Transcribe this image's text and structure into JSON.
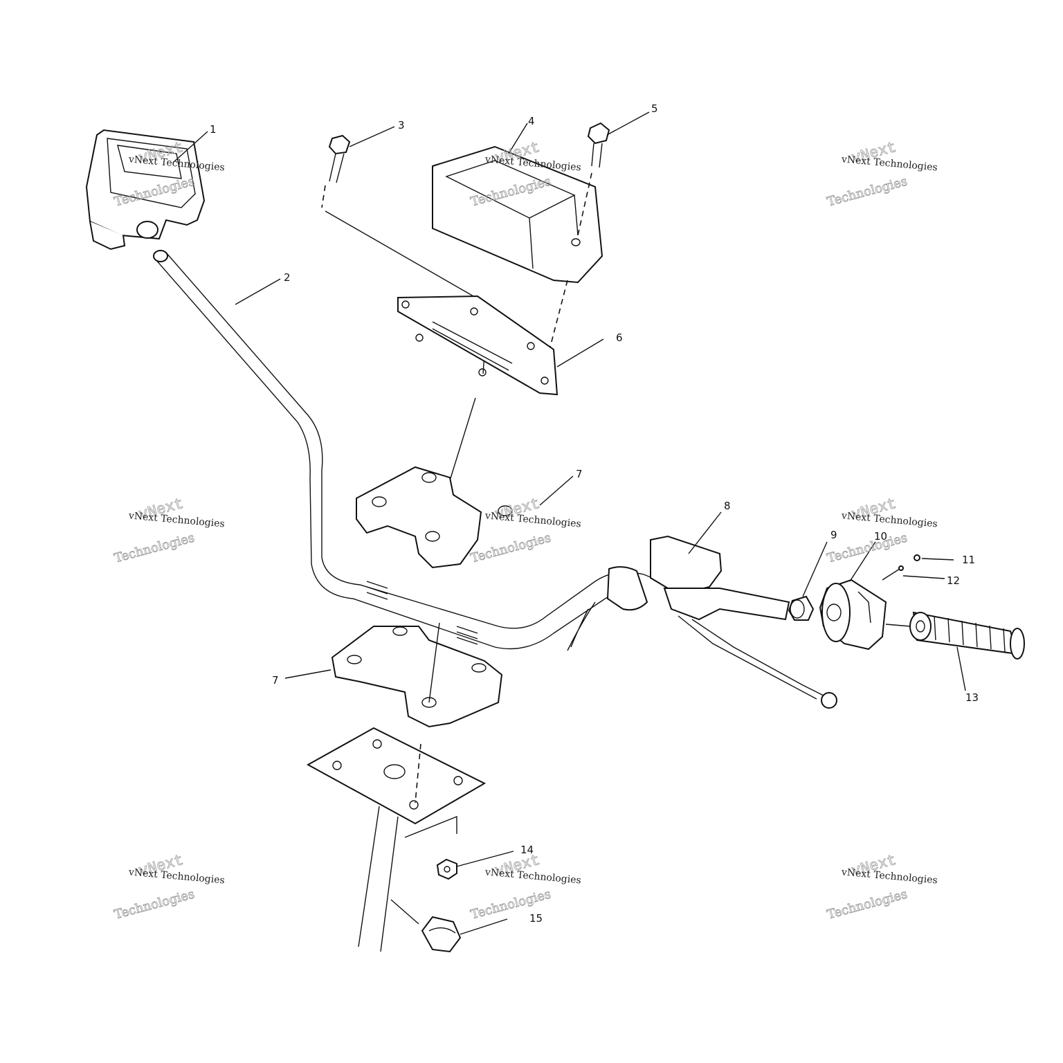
{
  "callouts": [
    {
      "id": "1",
      "label": "1",
      "part": "ignition-switch"
    },
    {
      "id": "2",
      "label": "2",
      "part": "handlebar"
    },
    {
      "id": "3",
      "label": "3",
      "part": "bolt"
    },
    {
      "id": "4",
      "label": "4",
      "part": "handlebar-cover"
    },
    {
      "id": "5",
      "label": "5",
      "part": "bolt"
    },
    {
      "id": "6",
      "label": "6",
      "part": "mounting-plate"
    },
    {
      "id": "7a",
      "label": "7",
      "part": "upper-clamp"
    },
    {
      "id": "7b",
      "label": "7",
      "part": "lower-clamp"
    },
    {
      "id": "8",
      "label": "8",
      "part": "master-cylinder"
    },
    {
      "id": "9",
      "label": "9",
      "part": "bushing"
    },
    {
      "id": "10",
      "label": "10",
      "part": "throttle-housing"
    },
    {
      "id": "11",
      "label": "11",
      "part": "screw"
    },
    {
      "id": "12",
      "label": "12",
      "part": "screw"
    },
    {
      "id": "13",
      "label": "13",
      "part": "grip"
    },
    {
      "id": "14",
      "label": "14",
      "part": "nut"
    },
    {
      "id": "15",
      "label": "15",
      "part": "cable-clamp"
    }
  ],
  "watermark": {
    "line1": "vNext Technologies",
    "line2": "vNext",
    "line3": "Technologies"
  }
}
